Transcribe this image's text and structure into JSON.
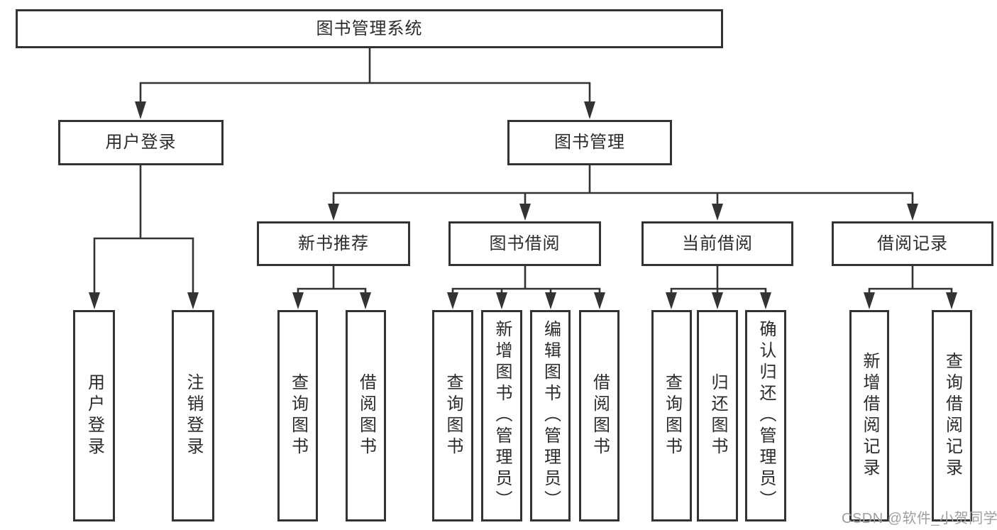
{
  "diagram": {
    "root": {
      "label": "图书管理系统",
      "children": [
        {
          "label": "用户登录",
          "children": [
            {
              "label": "用户登录"
            },
            {
              "label": "注销登录"
            }
          ]
        },
        {
          "label": "图书管理",
          "children": [
            {
              "label": "新书推荐",
              "children": [
                {
                  "label": "查询图书"
                },
                {
                  "label": "借阅图书"
                }
              ]
            },
            {
              "label": "图书借阅",
              "children": [
                {
                  "label": "查询图书"
                },
                {
                  "label": "新增图书（管理员）"
                },
                {
                  "label": "编辑图书（管理员）"
                },
                {
                  "label": "借阅图书"
                }
              ]
            },
            {
              "label": "当前借阅",
              "children": [
                {
                  "label": "查询图书"
                },
                {
                  "label": "归还图书"
                },
                {
                  "label": "确认归还（管理员）"
                }
              ]
            },
            {
              "label": "借阅记录",
              "children": [
                {
                  "label": "新增借阅记录"
                },
                {
                  "label": "查询借阅记录"
                }
              ]
            }
          ]
        }
      ]
    }
  },
  "colors": {
    "line": "#333333",
    "text": "#2b2b2b",
    "watermark": "#9f9f9f"
  },
  "watermark": {
    "text": "CSDN @软件_小贺同学"
  }
}
